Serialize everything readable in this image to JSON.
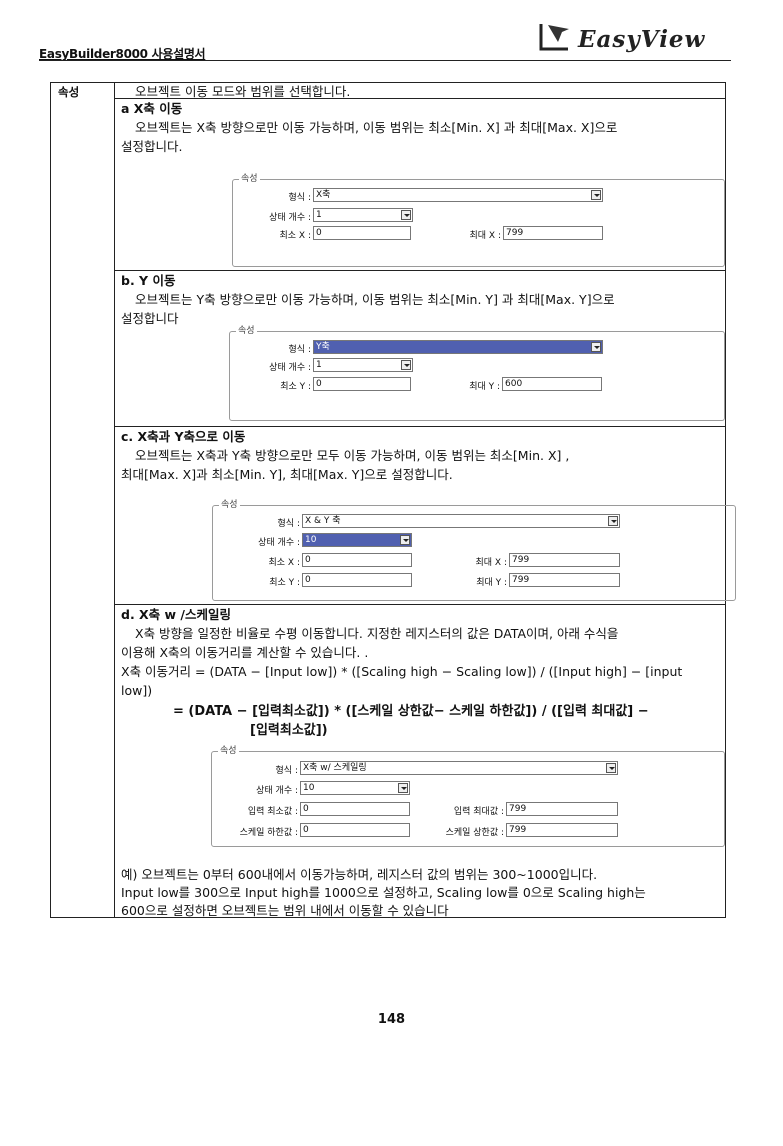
{
  "header": {
    "doc_title": "EasyBuilder8000 사용설명서",
    "brand": "EasyView"
  },
  "left_label": "속성",
  "intro": "오브젝트 이동 모드와 범위를 선택합니다.",
  "sec_a": {
    "heading": "a  X축 이동",
    "line1": "오브젝트는 X축 방향으로만 이동 가능하며, 이동 범위는 최소[Min. X] 과 최대[Max. X]으로",
    "line2": "설정합니다.",
    "panel": {
      "legend": "속성",
      "type_label": "형식 :",
      "type_value": "X축",
      "states_label": "상태 개수 :",
      "states_value": "1",
      "min_label": "최소 X :",
      "min_value": "0",
      "max_label": "최대 X :",
      "max_value": "799"
    }
  },
  "sec_b": {
    "heading": "b. Y 이동",
    "line1": "오브젝트는 Y축 방향으로만 이동 가능하며, 이동 범위는 최소[Min. Y] 과 최대[Max. Y]으로",
    "line2": "설정합니다",
    "panel": {
      "legend": "속성",
      "type_label": "형식 :",
      "type_value": "Y축",
      "states_label": "상태 개수 :",
      "states_value": "1",
      "min_label": "최소 Y :",
      "min_value": "0",
      "max_label": "최대 Y :",
      "max_value": "600"
    }
  },
  "sec_c": {
    "heading": "c. X축과 Y축으로 이동",
    "line1": "오브젝트는 X축과 Y축 방향으로만 모두 이동 가능하며, 이동 범위는 최소[Min. X] ,",
    "line2": "최대[Max. X]과 최소[Min. Y],  최대[Max. Y]으로 설정합니다.",
    "panel": {
      "legend": "속성",
      "type_label": "형식 :",
      "type_value": "X & Y 축",
      "states_label": "상태 개수 :",
      "states_value": "10",
      "minx_label": "최소 X :",
      "minx_value": "0",
      "maxx_label": "최대 X :",
      "maxx_value": "799",
      "miny_label": "최소 Y :",
      "miny_value": "0",
      "maxy_label": "최대 Y :",
      "maxy_value": "799"
    }
  },
  "sec_d": {
    "heading": "d. X축 w /스케일링",
    "line1": "X축 방향을 일정한 비율로 수평 이동합니다. 지정한 레지스터의 값은 DATA이며, 아래 수식을",
    "line2": "이용해 X축의 이동거리를 계산할 수 있습니다. .",
    "line3": "X축 이동거리 = (DATA − [Input low]) * ([Scaling high − Scaling low]) / ([Input high] − [input",
    "line4": "low])",
    "formula1": "= (DATA − [입력최소값]) * ([스케일 상한값− 스케일 하한값]) / ([입력 최대값] −",
    "formula2": "[입력최소값])",
    "panel": {
      "legend": "속성",
      "type_label": "형식 :",
      "type_value": "X축 w/ 스케일링",
      "states_label": "상태 개수 :",
      "states_value": "10",
      "inlow_label": "입력 최소값 :",
      "inlow_value": "0",
      "inhigh_label": "입력 최대값 :",
      "inhigh_value": "799",
      "sclow_label": "스케일 하한값 :",
      "sclow_value": "0",
      "schigh_label": "스케일 상한값 :",
      "schigh_value": "799"
    },
    "ex1": "예) 오브젝트는 0부터 600내에서 이동가능하며, 레지스터 값의 범위는 300~1000입니다.",
    "ex2": "Input low를 300으로 Input high를 1000으로 설정하고, Scaling low를 0으로 Scaling high는",
    "ex3": "600으로 설정하면 오브젝트는 범위 내에서 이동할 수 있습니다"
  },
  "page_number": "148"
}
